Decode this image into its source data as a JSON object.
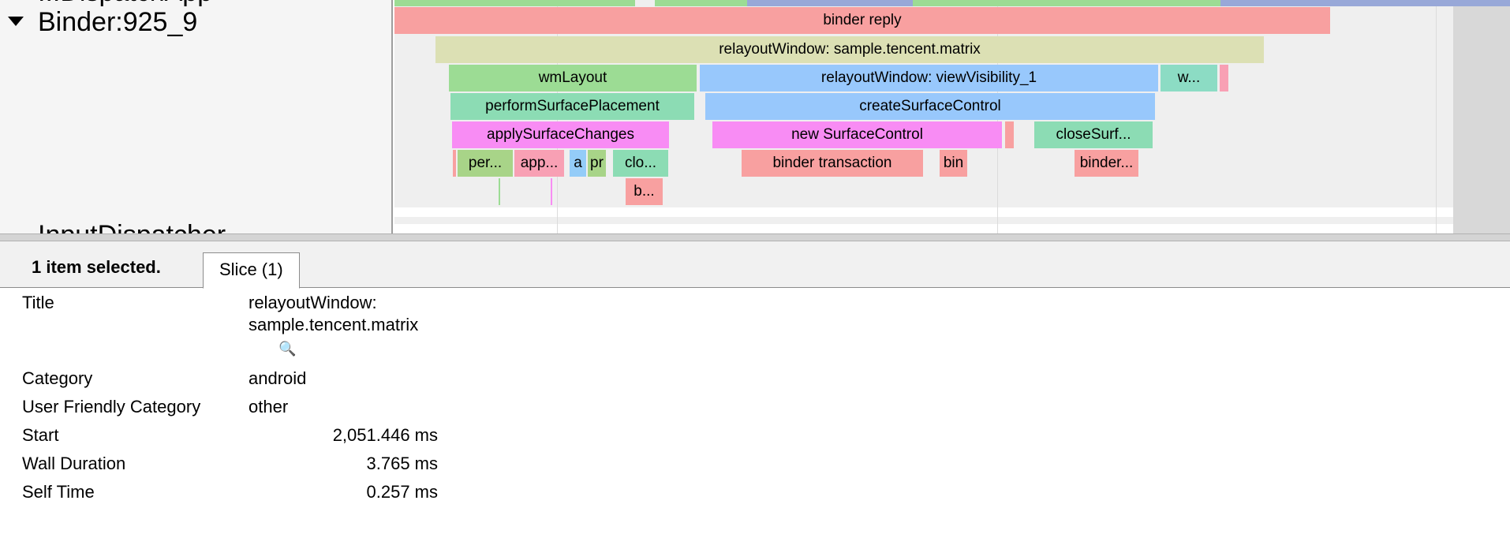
{
  "track": {
    "prev_thread_name": "...DispatchApp",
    "thread_name": "Binder:925_9",
    "next_thread_name": "InputDispatcher"
  },
  "slices": {
    "binder_reply": "binder reply",
    "relayout_matrix": "relayoutWindow: sample.tencent.matrix",
    "wm_layout": "wmLayout",
    "relayout_visibility": "relayoutWindow: viewVisibility_1",
    "w_trunc": "w...",
    "perform_surface_placement": "performSurfacePlacement",
    "create_surface_control": "createSurfaceControl",
    "apply_surface_changes": "applySurfaceChanges",
    "new_surface_control": "new SurfaceControl",
    "close_surf": "closeSurf...",
    "per": "per...",
    "app": "app...",
    "a": "a",
    "pr": "pr",
    "clo": "clo...",
    "binder_transaction": "binder transaction",
    "bin": "bin",
    "binder_trunc": "binder...",
    "b": "b..."
  },
  "colors": {
    "binder_reply": "#f8a0a0",
    "relayout_matrix": "#dce0b4",
    "wm_layout": "#9cdc94",
    "relayout_visibility": "#98c8fc",
    "teal": "#8cdcc4",
    "magenta": "#f88cf4",
    "pink": "#f8a0b4",
    "blue_light": "#94ccf8",
    "green_light": "#a8d488"
  },
  "panel": {
    "selection_summary": "1 item selected.",
    "tab_label": "Slice (1)",
    "rows": [
      {
        "key": "Title",
        "value": "relayoutWindow: sample.tencent.matrix"
      },
      {
        "key": "Category",
        "value": "android"
      },
      {
        "key": "User Friendly Category",
        "value": "other"
      },
      {
        "key": "Start",
        "value": "2,051.446 ms"
      },
      {
        "key": "Wall Duration",
        "value": "3.765 ms"
      },
      {
        "key": "Self Time",
        "value": "0.257 ms"
      }
    ],
    "search_icon": "magnifier"
  }
}
